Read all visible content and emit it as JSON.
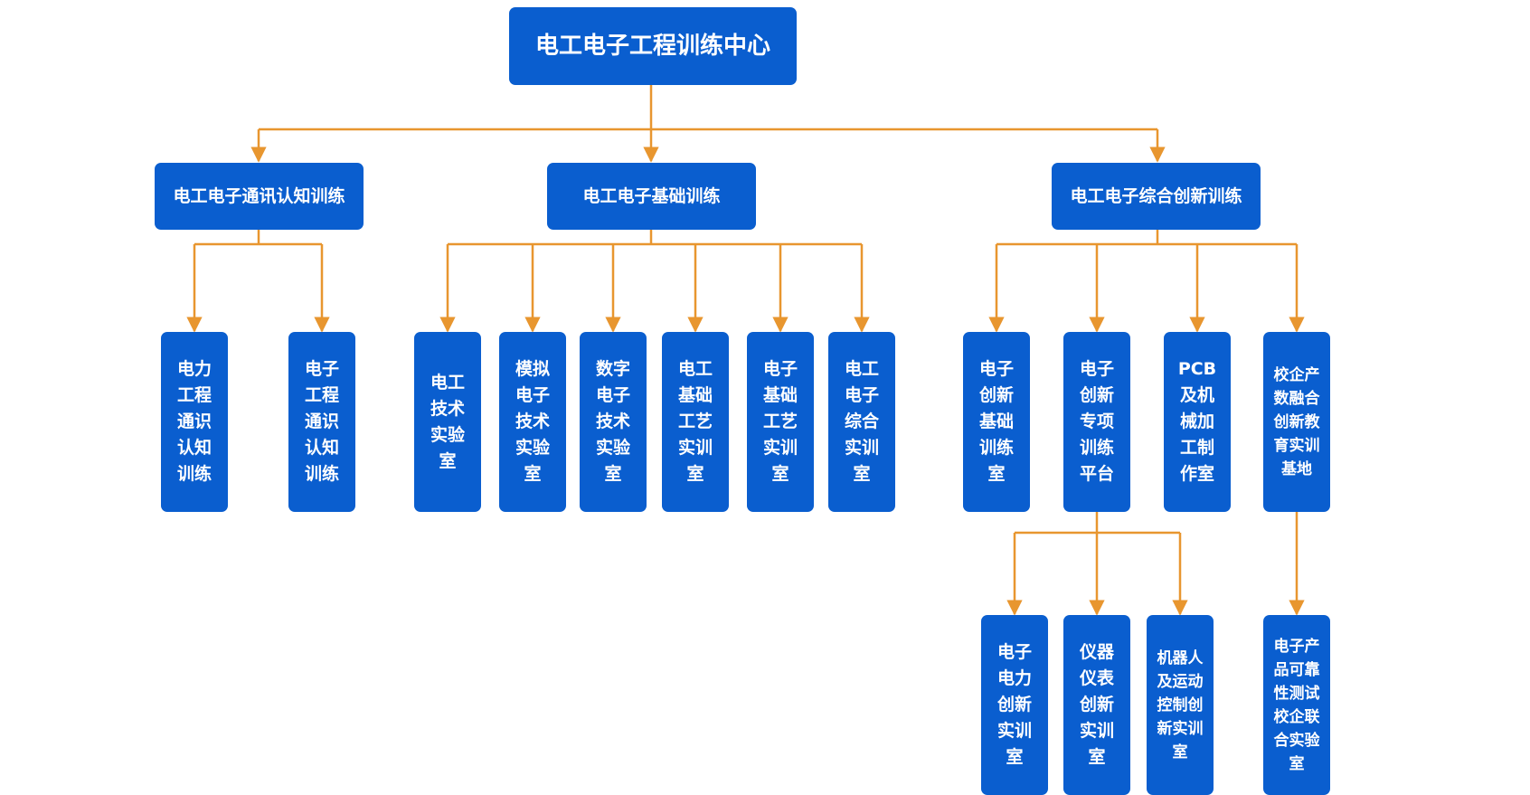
{
  "root": {
    "label": "电工电子工程训练中心"
  },
  "branches": [
    {
      "label": "电工电子通讯认知训练",
      "children": [
        {
          "label": "电力\n工程\n通识\n认知\n训练"
        },
        {
          "label": "电子\n工程\n通识\n认知\n训练"
        }
      ]
    },
    {
      "label": "电工电子基础训练",
      "children": [
        {
          "label": "电工\n技术\n实验\n室"
        },
        {
          "label": "模拟\n电子\n技术\n实验\n室"
        },
        {
          "label": "数字\n电子\n技术\n实验\n室"
        },
        {
          "label": "电工\n基础\n工艺\n实训\n室"
        },
        {
          "label": "电子\n基础\n工艺\n实训\n室"
        },
        {
          "label": "电工\n电子\n综合\n实训\n室"
        }
      ]
    },
    {
      "label": "电工电子综合创新训练",
      "children": [
        {
          "label": "电子\n创新\n基础\n训练\n室"
        },
        {
          "label": "电子\n创新\n专项\n训练\n平台",
          "children": [
            {
              "label": "电子\n电力\n创新\n实训\n室"
            },
            {
              "label": "仪器\n仪表\n创新\n实训\n室"
            },
            {
              "label": "机器人\n及运动\n控制创\n新实训\n室"
            }
          ]
        },
        {
          "label": "PCB\n及机\n械加\n工制\n作室"
        },
        {
          "label": "校企产\n数融合\n创新教\n育实训\n基地",
          "children": [
            {
              "label": "电子产\n品可靠\n性测试\n校企联\n合实验\n室"
            }
          ]
        }
      ]
    }
  ],
  "colors": {
    "box": "#0a5ecf",
    "connector": "#e8962f",
    "text": "#ffffff"
  }
}
